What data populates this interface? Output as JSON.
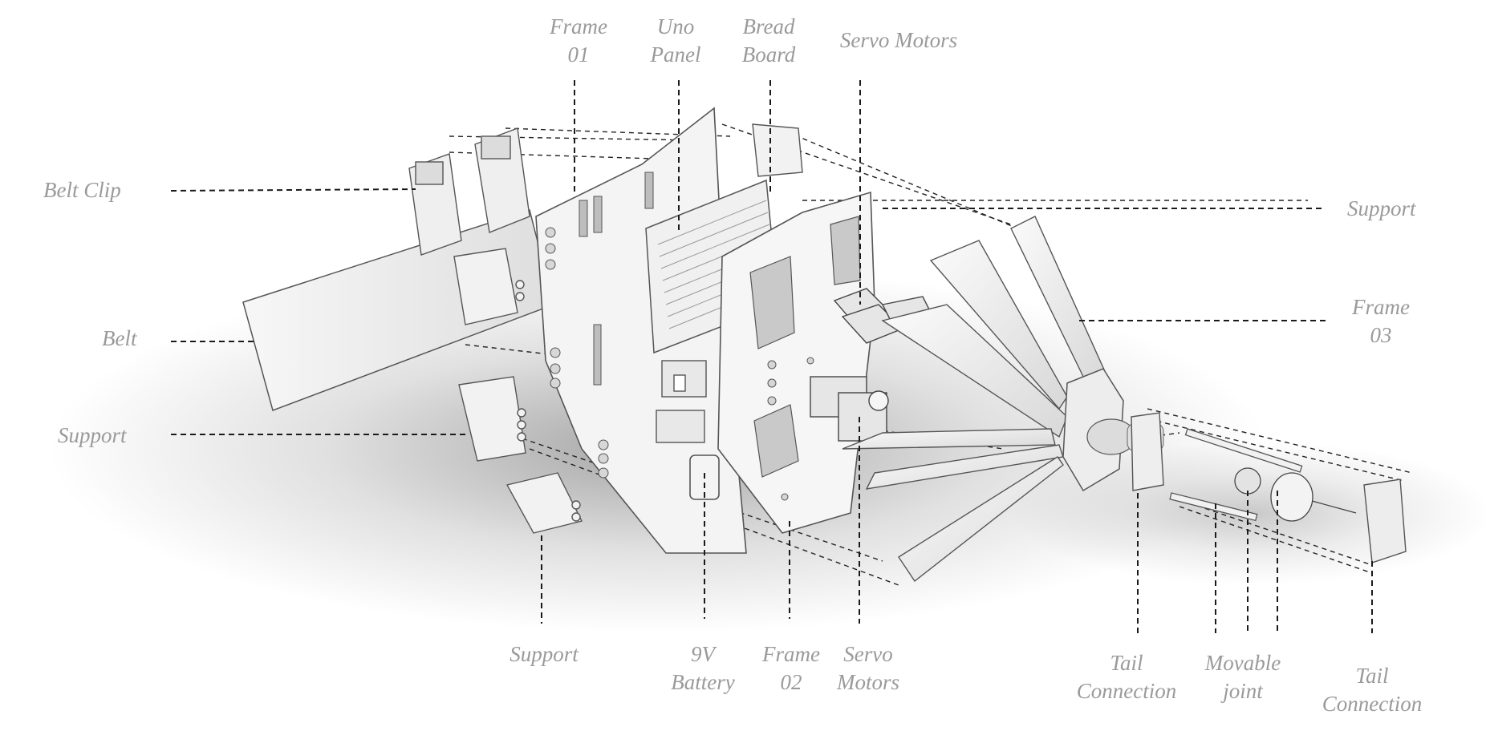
{
  "labels": {
    "frame01": [
      "Frame",
      "01"
    ],
    "uno_panel": [
      "Uno",
      "Panel"
    ],
    "bread_board": [
      "Bread",
      "Board"
    ],
    "servo_motors_top": [
      "Servo Motors"
    ],
    "belt_clip": [
      "Belt Clip"
    ],
    "support_right": [
      "Support"
    ],
    "frame03": [
      "Frame",
      "03"
    ],
    "belt": [
      "Belt"
    ],
    "support_left": [
      "Support"
    ],
    "support_bottom": [
      "Support"
    ],
    "battery": [
      "9V",
      "Battery"
    ],
    "frame02": [
      "Frame",
      "02"
    ],
    "servo_motors_bottom": [
      "Servo",
      "Motors"
    ],
    "tail_connection_1": [
      "Tail",
      "Connection"
    ],
    "movable_joint": [
      "Movable",
      "joint"
    ],
    "tail_connection_2": [
      "Tail",
      "Connection"
    ]
  },
  "colors": {
    "label": "#9a9a9a",
    "leader": "#1a1a1a",
    "part_fill": "#f2f2f2",
    "part_stroke": "#555555"
  }
}
